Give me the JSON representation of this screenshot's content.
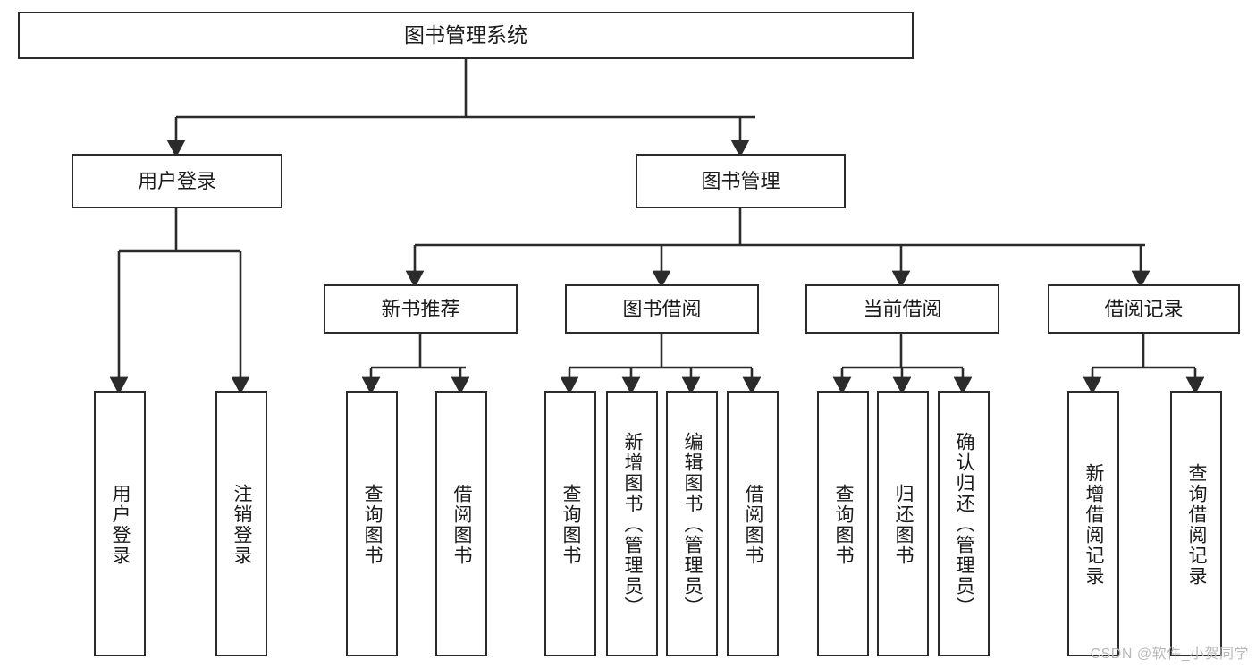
{
  "diagram": {
    "title": "图书管理系统",
    "type": "tree-hierarchy-chart",
    "watermark": "CSDN @软件_小贺同学",
    "colors": {
      "border": "#2b2b2b",
      "fill": "#ffffff",
      "text": "#1b1b1b",
      "edge": "#2b2b2b",
      "watermark": "#b9b9b9"
    },
    "root": {
      "label": "图书管理系统"
    },
    "level2": [
      {
        "id": "user-login",
        "label": "用户登录"
      },
      {
        "id": "book-manage",
        "label": "图书管理"
      }
    ],
    "level3": [
      {
        "id": "new-book-recommend",
        "label": "新书推荐"
      },
      {
        "id": "book-borrow",
        "label": "图书借阅"
      },
      {
        "id": "current-borrow",
        "label": "当前借阅"
      },
      {
        "id": "borrow-record",
        "label": "借阅记录"
      }
    ],
    "leaves": {
      "user_login": [
        {
          "id": "leaf-user-login",
          "label": "用户登录"
        },
        {
          "id": "leaf-logout-login",
          "label": "注销登录"
        }
      ],
      "new_book_recommend": [
        {
          "id": "leaf-query-book-1",
          "label": "查询图书"
        },
        {
          "id": "leaf-borrow-book-1",
          "label": "借阅图书"
        }
      ],
      "book_borrow": [
        {
          "id": "leaf-query-book-2",
          "label": "查询图书"
        },
        {
          "id": "leaf-add-book",
          "label": "新增图书（管理员）"
        },
        {
          "id": "leaf-edit-book",
          "label": "编辑图书（管理员）"
        },
        {
          "id": "leaf-borrow-book-2",
          "label": "借阅图书"
        }
      ],
      "current_borrow": [
        {
          "id": "leaf-query-book-3",
          "label": "查询图书"
        },
        {
          "id": "leaf-return-book",
          "label": "归还图书"
        },
        {
          "id": "leaf-confirm-return",
          "label": "确认归还（管理员）"
        }
      ],
      "borrow_record": [
        {
          "id": "leaf-add-record",
          "label": "新增借阅记录"
        },
        {
          "id": "leaf-query-record",
          "label": "查询借阅记录"
        }
      ]
    }
  }
}
